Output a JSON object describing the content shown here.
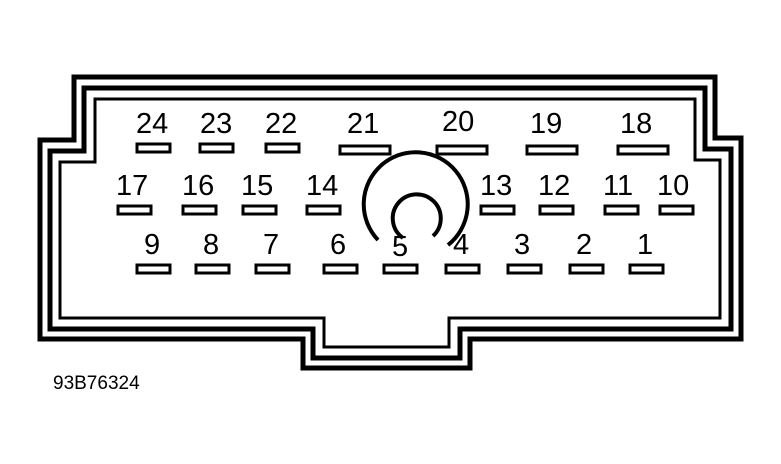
{
  "reference_code": "93B76324",
  "pins": [
    {
      "label": "24"
    },
    {
      "label": "23"
    },
    {
      "label": "22"
    },
    {
      "label": "21"
    },
    {
      "label": "20"
    },
    {
      "label": "19"
    },
    {
      "label": "18"
    },
    {
      "label": "17"
    },
    {
      "label": "16"
    },
    {
      "label": "15"
    },
    {
      "label": "14"
    },
    {
      "label": "13"
    },
    {
      "label": "12"
    },
    {
      "label": "11"
    },
    {
      "label": "10"
    },
    {
      "label": "9"
    },
    {
      "label": "8"
    },
    {
      "label": "7"
    },
    {
      "label": "6"
    },
    {
      "label": "5"
    },
    {
      "label": "4"
    },
    {
      "label": "3"
    },
    {
      "label": "2"
    },
    {
      "label": "1"
    }
  ]
}
